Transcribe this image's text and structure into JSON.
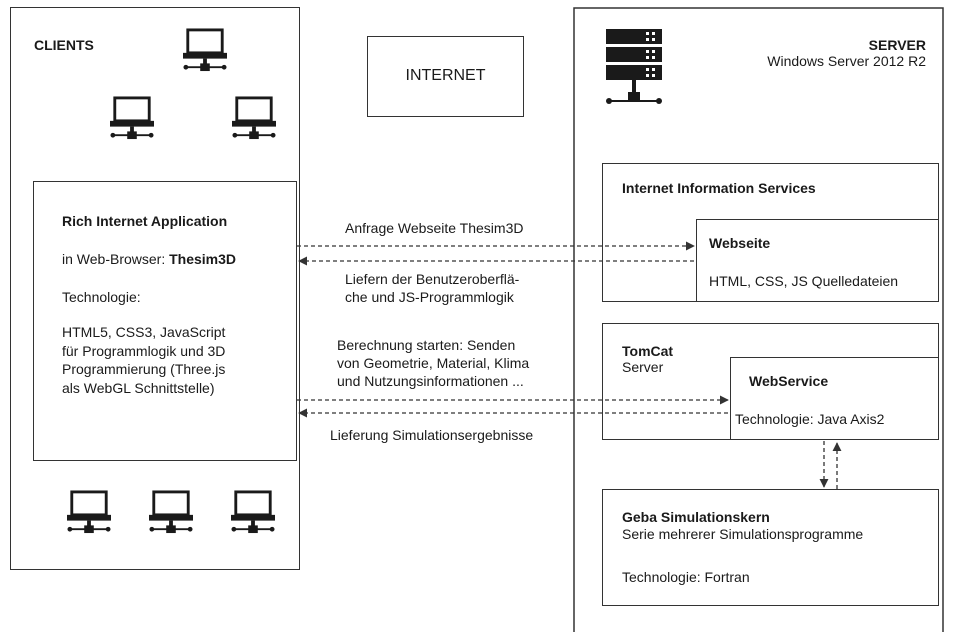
{
  "clients": {
    "title": "CLIENTS",
    "ria": {
      "title": "Rich Internet Application",
      "browser_prefix": "in Web-Browser: ",
      "browser_name": "Thesim3D",
      "tech_label": "Technologie:",
      "tech_text": "HTML5, CSS3, JavaScript\nfür Programmlogik und 3D\nProgrammierung (Three.js\nals WebGL Schnittstelle)"
    },
    "icons": [
      "computer-icon",
      "computer-icon",
      "computer-icon",
      "computer-icon",
      "computer-icon",
      "computer-icon"
    ]
  },
  "internet": {
    "label": "INTERNET"
  },
  "server": {
    "title": "SERVER",
    "os": "Windows Server 2012 R2",
    "icon": "server-rack-icon",
    "iis": {
      "title": "Internet Information Services",
      "webseite": {
        "title": "Webseite",
        "text": "HTML, CSS, JS Quelledateien"
      }
    },
    "tomcat": {
      "title": "TomCat",
      "subtitle": "Server",
      "webservice": {
        "title": "WebService",
        "text": "Technologie: Java Axis2"
      }
    },
    "geba": {
      "title": "Geba Simulationskern",
      "subtitle": "Serie mehrerer Simulationsprogramme",
      "tech": "Technologie: Fortran"
    }
  },
  "arrows": {
    "anfrage": "Anfrage Webseite Thesim3D",
    "liefern": "Liefern der Benutzeroberflä-\nche  und JS-Programmlogik",
    "berechnung": "Berechnung starten: Senden\nvon Geometrie, Material, Klima\nund Nutzungsinformationen ...",
    "lieferung": "Lieferung Simulationsergebnisse"
  }
}
